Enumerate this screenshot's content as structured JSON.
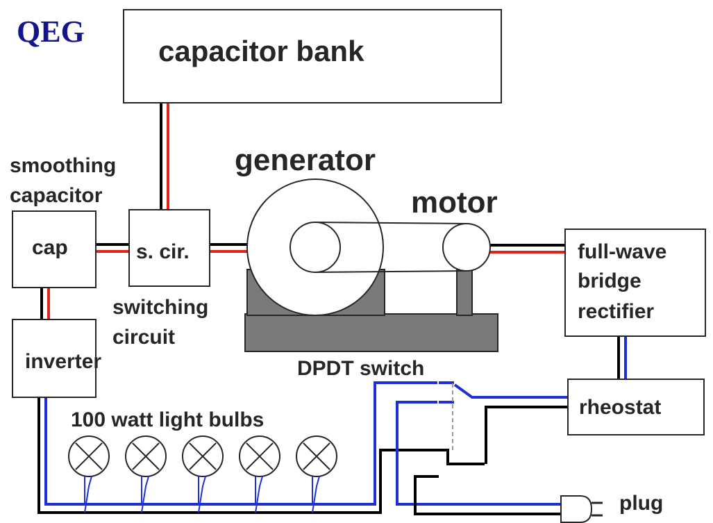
{
  "title": "QEG",
  "labels": {
    "capacitor_bank": "capacitor bank",
    "generator": "generator",
    "motor": "motor",
    "smoothing_line1": "smoothing",
    "smoothing_line2": "capacitor",
    "cap": "cap",
    "switching_box": "s. cir.",
    "switching_line1": "switching",
    "switching_line2": "circuit",
    "inverter": "inverter",
    "rectifier_line1": "full-wave",
    "rectifier_line2": "bridge",
    "rectifier_line3": "rectifier",
    "dpdt": "DPDT switch",
    "rheostat": "rheostat",
    "bulbs": "100 watt light bulbs",
    "plug": "plug"
  },
  "bulb_count": 5,
  "colors": {
    "title": "#14148c",
    "wire_black": "#000000",
    "wire_red": "#e0231b",
    "wire_blue": "#1f2fd8",
    "machine_gray": "#7a7a7a",
    "text": "#262626"
  }
}
